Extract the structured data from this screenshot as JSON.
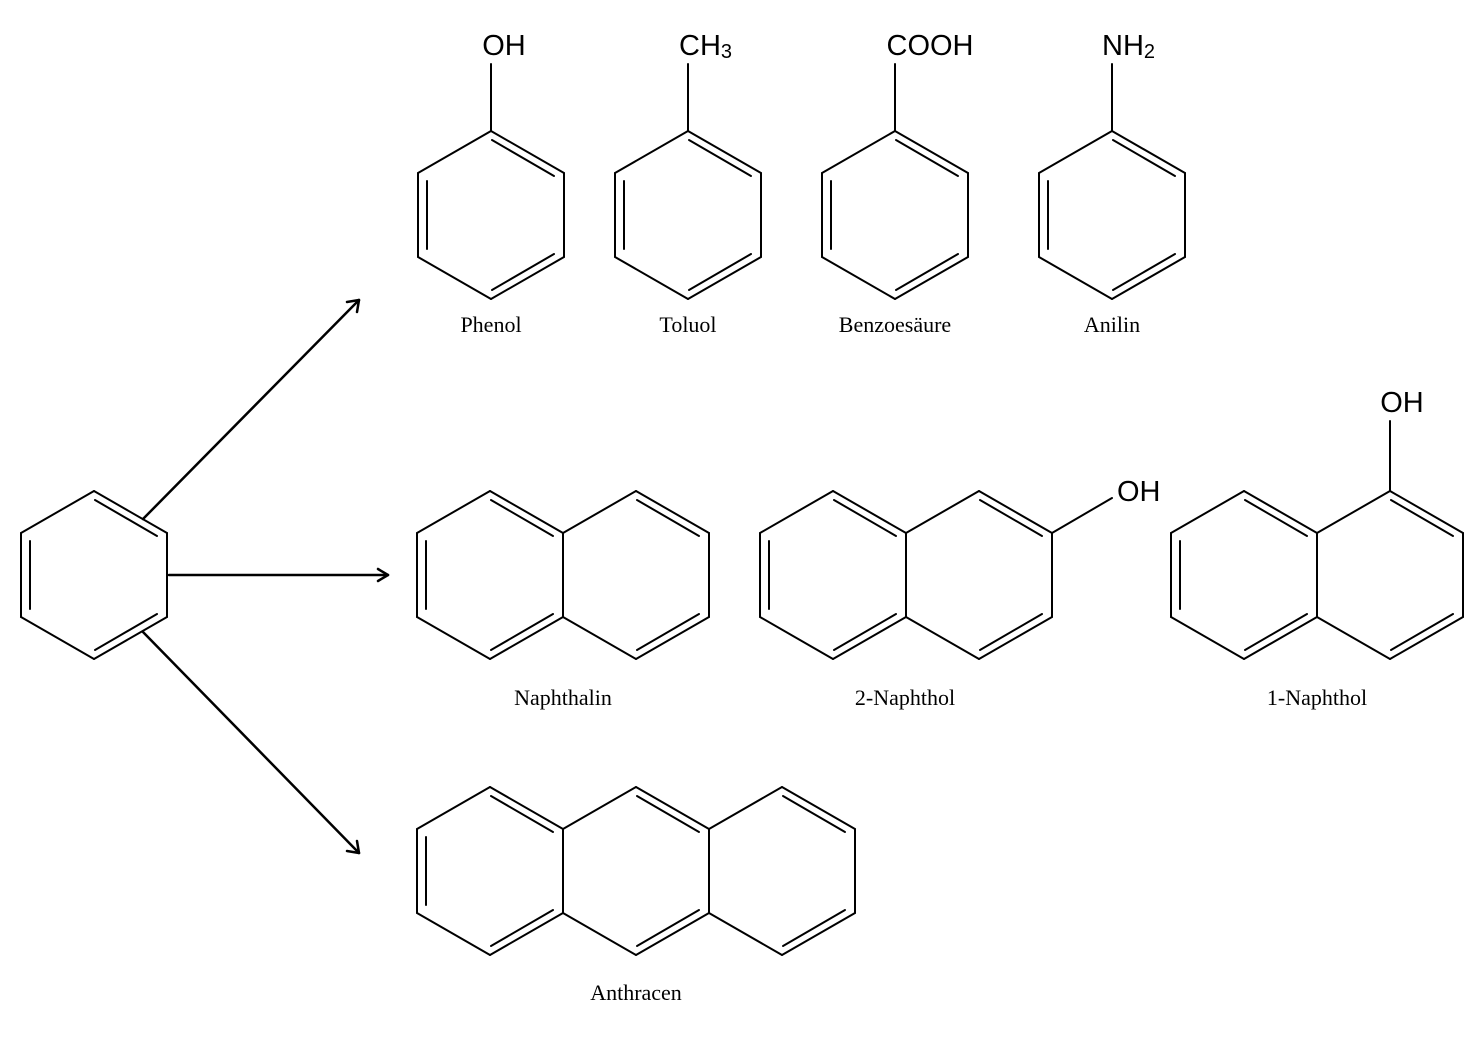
{
  "diagram": {
    "labels": {
      "phenol": "Phenol",
      "toluol": "Toluol",
      "benzoesaeure": "Benzoesäure",
      "anilin": "Anilin",
      "naphthalin": "Naphthalin",
      "naphthol2": "2-Naphthol",
      "naphthol1": "1-Naphthol",
      "anthracen": "Anthracen"
    },
    "groups": {
      "phenol": "OH",
      "toluol_main": "CH",
      "toluol_sub": "3",
      "benzoesaeure": "COOH",
      "anilin_main": "NH",
      "anilin_sub": "2",
      "naphthol2": "OH",
      "naphthol1": "OH"
    }
  }
}
